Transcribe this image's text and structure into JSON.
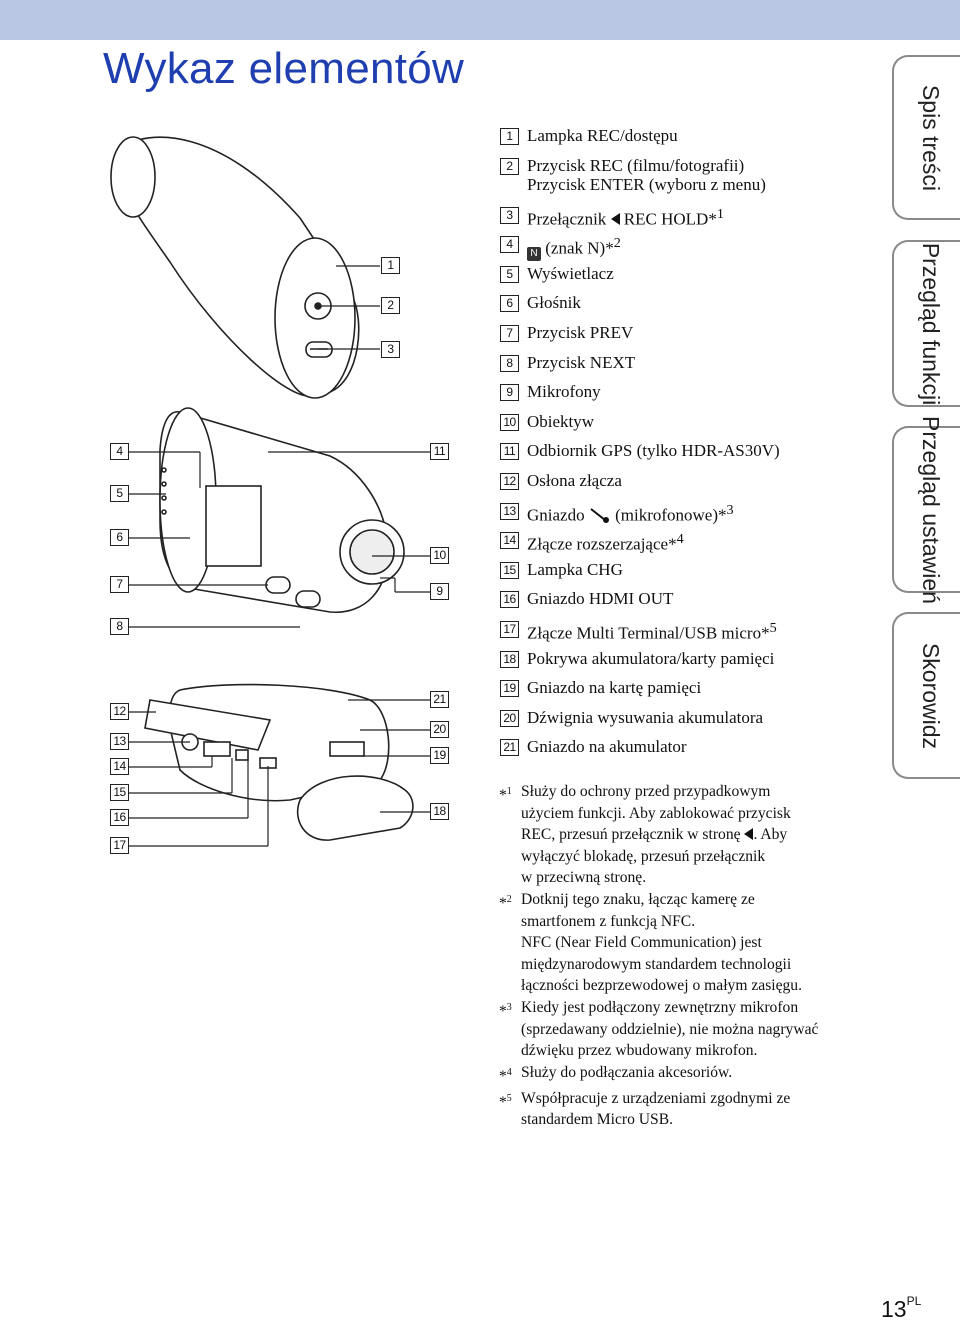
{
  "page": {
    "title": "Wykaz elementów",
    "page_number": "13",
    "page_suffix": "PL"
  },
  "tabs": [
    {
      "label": "Spis\ntreści"
    },
    {
      "label": "Przegląd\nfunkcji"
    },
    {
      "label": "Przegląd\nustawień"
    },
    {
      "label": "Skorowidz"
    }
  ],
  "items": [
    {
      "num": "1",
      "text": "Lampka REC/dostępu"
    },
    {
      "num": "2",
      "text": "Przycisk REC (filmu/fotografii)\nPrzycisk ENTER (wyboru z menu)"
    },
    {
      "num": "3",
      "text_a": "Przełącznik ",
      "text_b": " REC HOLD*",
      "sup": "1"
    },
    {
      "num": "4",
      "icon": "N",
      "text": " (znak N)*",
      "sup": "2"
    },
    {
      "num": "5",
      "text": "Wyświetlacz"
    },
    {
      "num": "6",
      "text": "Głośnik"
    },
    {
      "num": "7",
      "text": "Przycisk PREV"
    },
    {
      "num": "8",
      "text": "Przycisk NEXT"
    },
    {
      "num": "9",
      "text": "Mikrofony"
    },
    {
      "num": "10",
      "text": "Obiektyw"
    },
    {
      "num": "11",
      "text": "Odbiornik GPS (tylko HDR-AS30V)"
    },
    {
      "num": "12",
      "text": "Osłona złącza"
    },
    {
      "num": "13",
      "text_a": "Gniazdo ",
      "text_b": " (mikrofonowe)*",
      "sup": "3"
    },
    {
      "num": "14",
      "text": "Złącze rozszerzające*",
      "sup": "4"
    },
    {
      "num": "15",
      "text": "Lampka CHG"
    },
    {
      "num": "16",
      "text": "Gniazdo HDMI OUT"
    },
    {
      "num": "17",
      "text": "Złącze Multi Terminal/USB micro*",
      "sup": "5"
    },
    {
      "num": "18",
      "text": "Pokrywa akumulatora/karty pamięci"
    },
    {
      "num": "19",
      "text": "Gniazdo na kartę pamięci"
    },
    {
      "num": "20",
      "text": "Dźwignia wysuwania akumulatora"
    },
    {
      "num": "21",
      "text": "Gniazdo na akumulator"
    }
  ],
  "notes": [
    {
      "mark": "*",
      "sup": "1",
      "text_a": "Służy do ochrony przed przypadkowym\nużyciem funkcji. Aby zablokować przycisk\nREC, przesuń przełącznik w stronę ",
      "text_b": ". Aby\nwyłączyć blokadę, przesuń przełącznik\nw przeciwną stronę."
    },
    {
      "mark": "*",
      "sup": "2",
      "text": "Dotknij tego znaku, łącząc kamerę ze\nsmartfonem z funkcją NFC.\nNFC (Near Field Communication) jest\nmiędzynarodowym standardem technologii\nłączności bezprzewodowej o małym zasięgu."
    },
    {
      "mark": "*",
      "sup": "3",
      "text": "Kiedy jest podłączony zewnętrzny mikrofon\n(sprzedawany oddzielnie), nie można nagrywać\ndźwięku przez wbudowany mikrofon."
    },
    {
      "mark": "*",
      "sup": "4",
      "text": "Służy do podłączania akcesoriów."
    },
    {
      "mark": "*",
      "sup": "5",
      "text": "Współpracuje z urządzeniami zgodnymi ze\nstandardem Micro USB."
    }
  ],
  "figure_labels": [
    "1",
    "2",
    "3",
    "4",
    "5",
    "6",
    "7",
    "8",
    "12",
    "13",
    "14",
    "15",
    "16",
    "17",
    "11",
    "10",
    "9",
    "21",
    "20",
    "19",
    "18"
  ]
}
